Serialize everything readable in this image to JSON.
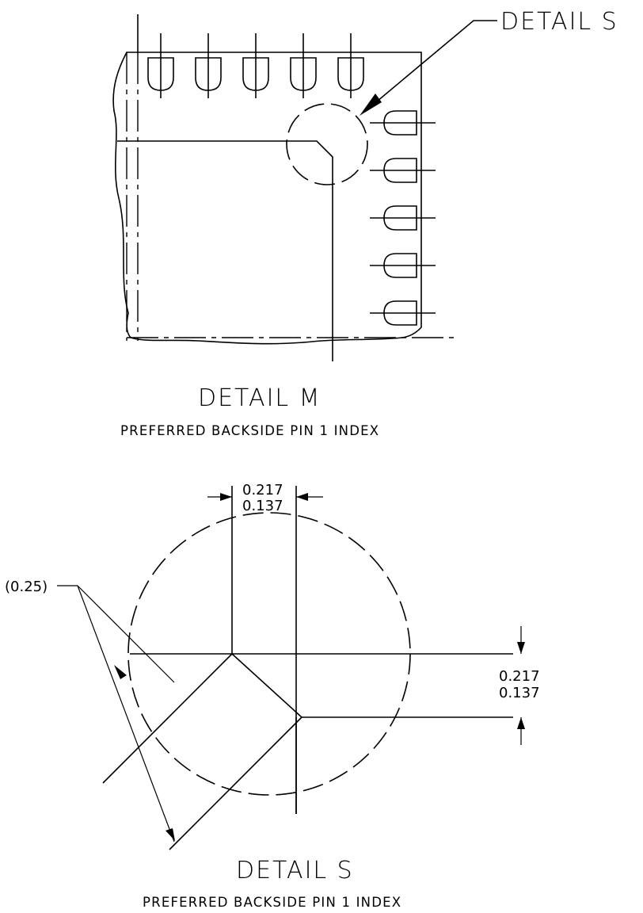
{
  "detail_m": {
    "callout_label": "DETAIL S",
    "title": "DETAIL M",
    "subtitle": "PREFERRED BACKSIDE PIN 1 INDEX"
  },
  "detail_s": {
    "title": "DETAIL S",
    "subtitle": "PREFERRED BACKSIDE PIN 1 INDEX",
    "dim_width_max": "0.217",
    "dim_width_min": "0.137",
    "dim_height_max": "0.217",
    "dim_height_min": "0.137",
    "dim_chamfer": "(0.25)"
  }
}
